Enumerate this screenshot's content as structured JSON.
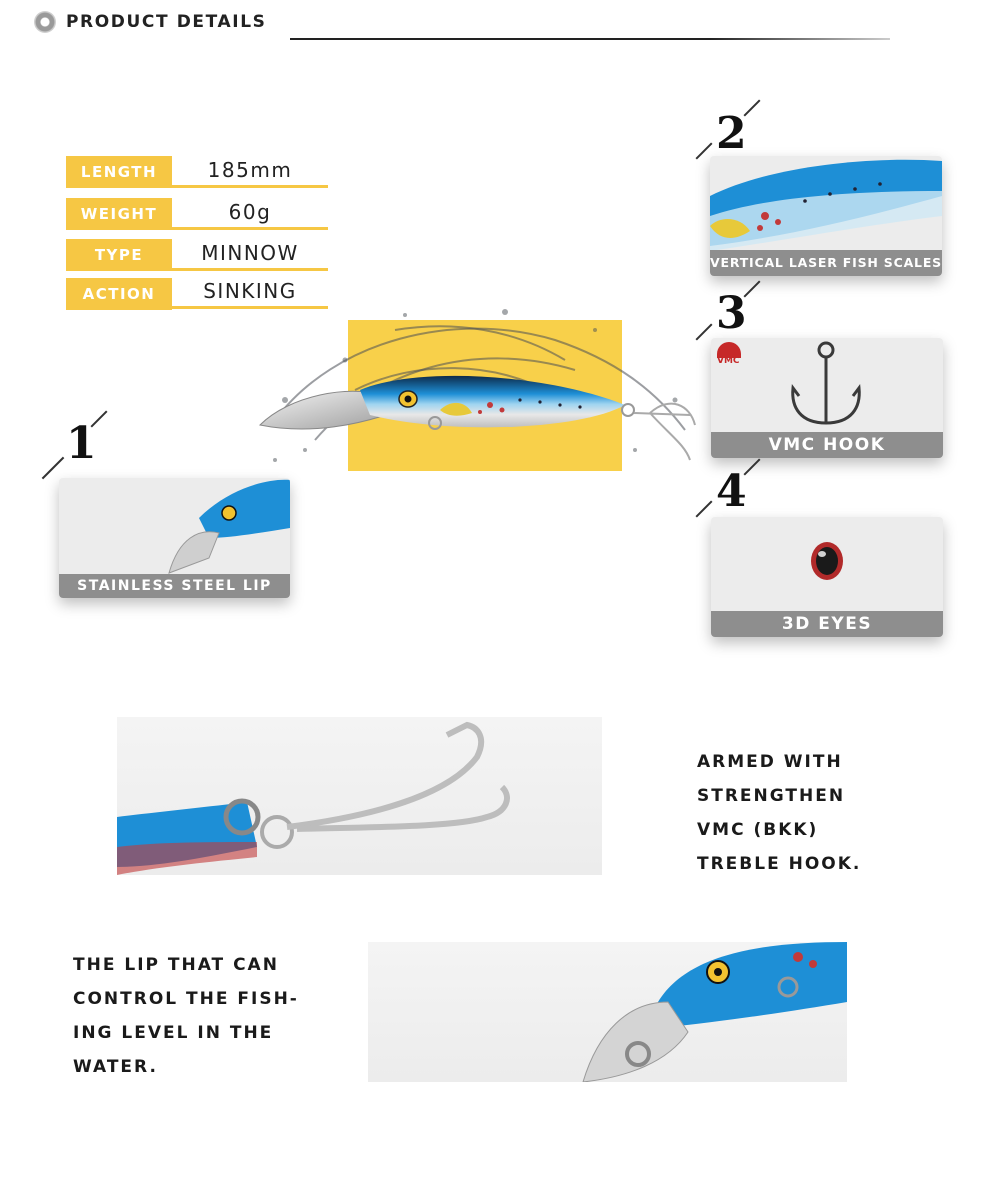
{
  "header": {
    "title": "PRODUCT DETAILS",
    "icon": "bullet-circle-icon"
  },
  "specs": [
    {
      "label": "LENGTH",
      "value": "185mm"
    },
    {
      "label": "WEIGHT",
      "value": "60g"
    },
    {
      "label": "TYPE",
      "value": "MINNOW"
    },
    {
      "label": "ACTION",
      "value": "SINKING"
    }
  ],
  "features": [
    {
      "number": "1",
      "caption": "STAINLESS STEEL LIP"
    },
    {
      "number": "2",
      "caption": "VERTICAL LASER FISH SCALES"
    },
    {
      "number": "3",
      "caption": "VMC HOOK",
      "logo": "VMC"
    },
    {
      "number": "4",
      "caption": "3D EYES"
    }
  ],
  "hook_section": {
    "lines": [
      "ARMED WITH",
      "STRENGTHEN",
      "VMC (BKK)",
      "TREBLE HOOK."
    ]
  },
  "lip_section": {
    "lines": [
      "THE LIP THAT CAN",
      "CONTROL THE FISH-",
      "ING LEVEL IN THE",
      "WATER."
    ]
  },
  "colors": {
    "accent": "#f6c744",
    "caption_bg": "#8e8e8e",
    "lure_blue": "#1e8fd6"
  }
}
